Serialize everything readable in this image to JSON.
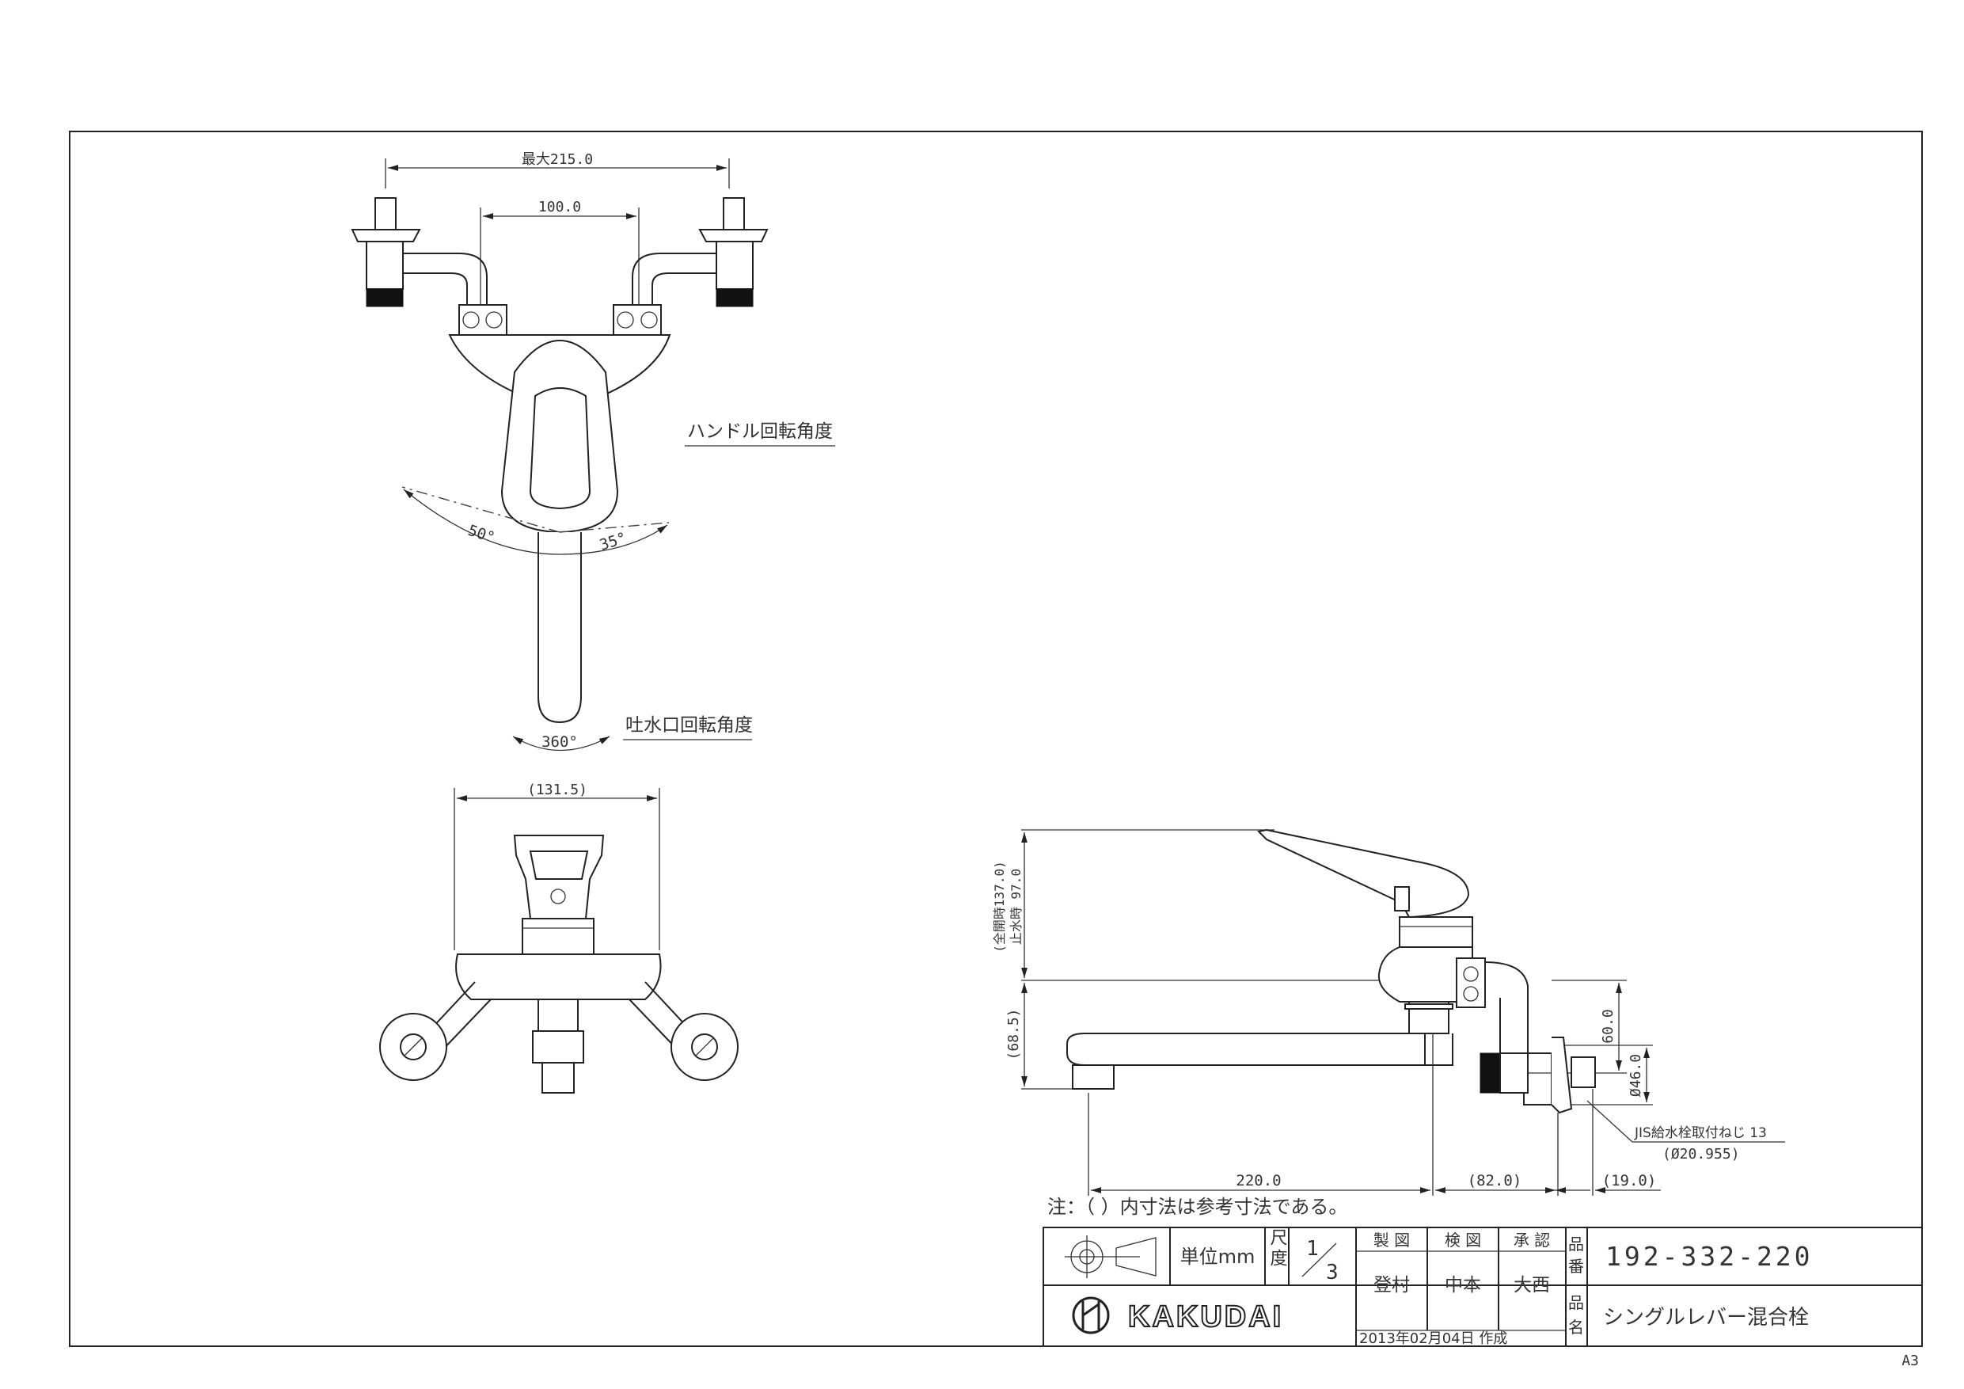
{
  "dimensions": {
    "max_width": "最大215.0",
    "pitch": "100.0",
    "handle_width": "(131.5)",
    "total_height": "(全開時137.0)",
    "stop_height": "止水時 97.0",
    "base_height": "(68.5)",
    "wall_height": "60.0",
    "diameter": "Ø46.0",
    "spout_length": "220.0",
    "body_depth": "(82.0)",
    "fitting_depth": "(19.0)"
  },
  "angles": {
    "handle_left": "50°",
    "handle_right": "35°",
    "spout": "360°"
  },
  "labels": {
    "handle_rotation": "ハンドル回転角度",
    "spout_rotation": "吐水口回転角度",
    "thread_name": "JIS給水栓取付ねじ 13",
    "thread_size": "(Ø20.955)",
    "note": "注：（ ）内寸法は参考寸法である。"
  },
  "title_block": {
    "unit_label": "単位mm",
    "scale_label": "尺度",
    "scale_num": "1",
    "scale_den": "3",
    "drawn_header": "製 図",
    "checked_header": "検 図",
    "approved_header": "承 認",
    "drawn_by": "登村",
    "checked_by": "中本",
    "approved_by": "大西",
    "part_no_label_1": "品",
    "part_no_label_2": "番",
    "part_no": "192-332-220",
    "name_label_1": "品",
    "name_label_2": "名",
    "product_name": "シングルレバー混合栓",
    "date": "2013年02月04日 作成",
    "brand": "KAKUDAI",
    "sheet_size": "A3"
  }
}
